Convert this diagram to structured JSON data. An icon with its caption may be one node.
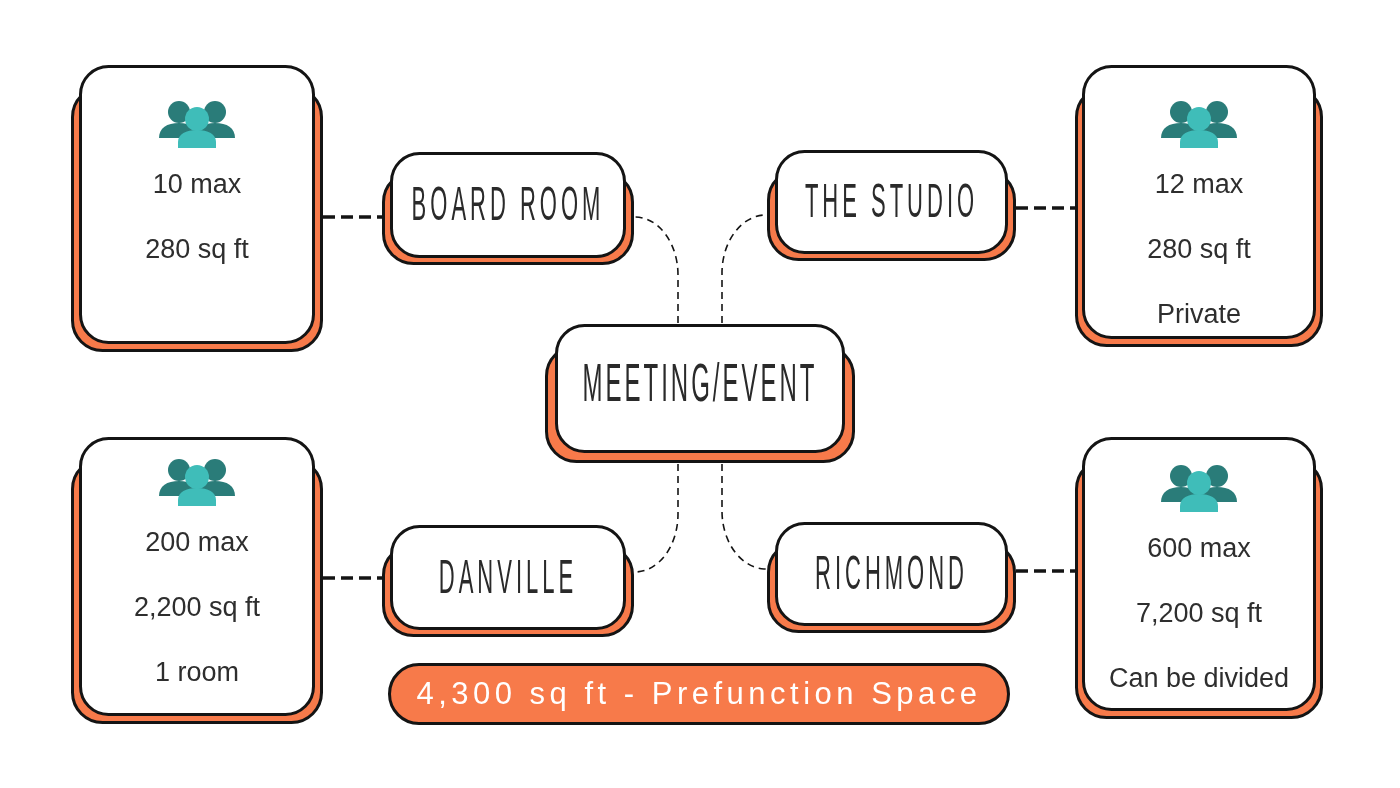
{
  "diagram": {
    "nodes": [
      {
        "text": [
          "10 max",
          "280 sq ft"
        ]
      },
      {
        "text": [
          "BOARD ROOM"
        ]
      },
      {
        "text": [
          "THE STUDIO"
        ]
      },
      {
        "text": [
          "12 max",
          "280 sq ft",
          "Private"
        ]
      },
      {
        "text": [
          "MEETING/EVENT"
        ]
      },
      {
        "text": [
          "200 max",
          "2,200 sq ft",
          "1 room"
        ]
      },
      {
        "text": [
          "DANVILLE"
        ]
      },
      {
        "text": [
          "RICHMOND"
        ]
      },
      {
        "text": [
          "600 max",
          "7,200 sq ft",
          "Can be divided"
        ]
      },
      {
        "text": [
          "4,300 sq ft - Prefunction Space"
        ]
      }
    ],
    "edges": [
      {
        "from": 4,
        "to": 1,
        "arrow": "none",
        "style": "dashed"
      },
      {
        "from": 4,
        "to": 2,
        "arrow": "none",
        "style": "dashed"
      },
      {
        "from": 4,
        "to": 6,
        "arrow": "none",
        "style": "dashed"
      },
      {
        "from": 4,
        "to": 7,
        "arrow": "none",
        "style": "dashed"
      },
      {
        "from": 0,
        "to": 1,
        "arrow": "none",
        "style": "dashed"
      },
      {
        "from": 2,
        "to": 3,
        "arrow": "none",
        "style": "dashed"
      },
      {
        "from": 5,
        "to": 6,
        "arrow": "none",
        "style": "dashed"
      },
      {
        "from": 7,
        "to": 8,
        "arrow": "none",
        "style": "dashed"
      }
    ]
  }
}
